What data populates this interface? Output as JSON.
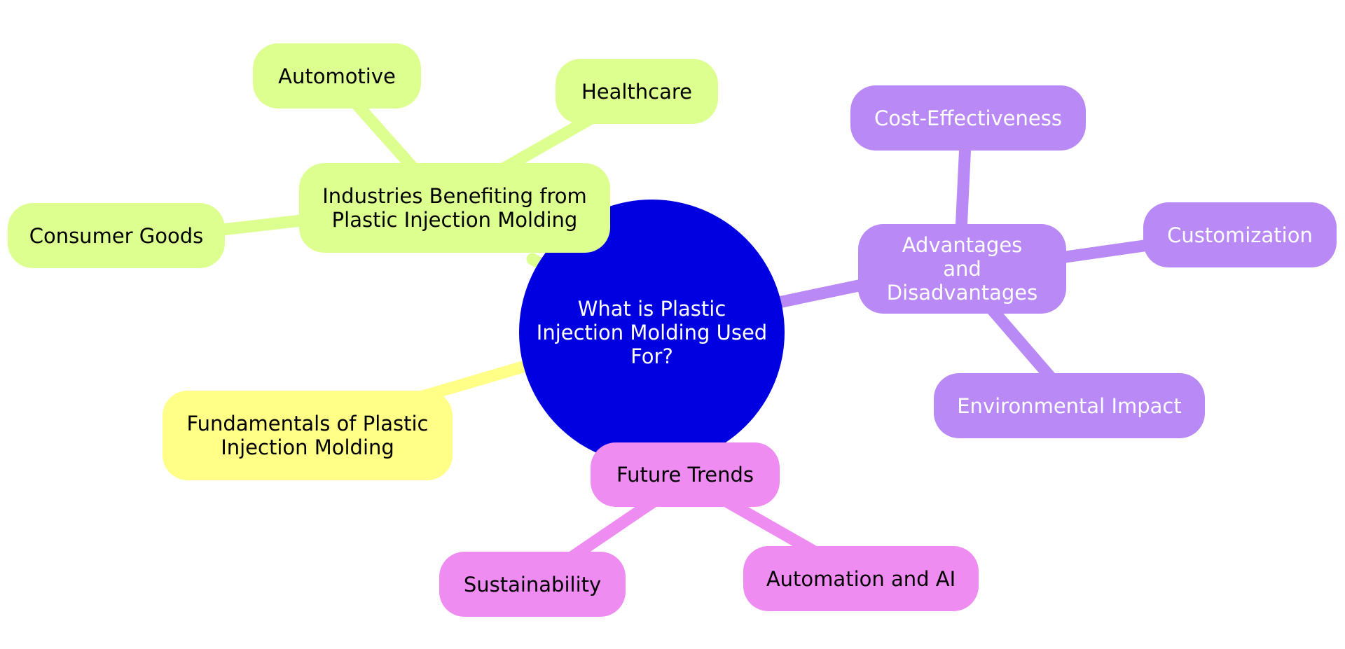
{
  "mindmap": {
    "root": "What is Plastic Injection Molding Used For?",
    "branches": {
      "industries": {
        "label": "Industries Benefiting from Plastic Injection Molding",
        "children": [
          "Automotive",
          "Healthcare",
          "Consumer Goods"
        ]
      },
      "fundamentals": {
        "label": "Fundamentals of Plastic Injection Molding"
      },
      "advantages": {
        "label": "Advantages and Disadvantages",
        "children": [
          "Cost-Effectiveness",
          "Customization",
          "Environmental Impact"
        ]
      },
      "trends": {
        "label": "Future Trends",
        "children": [
          "Sustainability",
          "Automation and AI"
        ]
      }
    }
  },
  "colors": {
    "root": "#0000e0",
    "industries": "#ddff8f",
    "fundamentals": "#ffff88",
    "advantages": "#b98af5",
    "trends": "#ef8cf2"
  }
}
